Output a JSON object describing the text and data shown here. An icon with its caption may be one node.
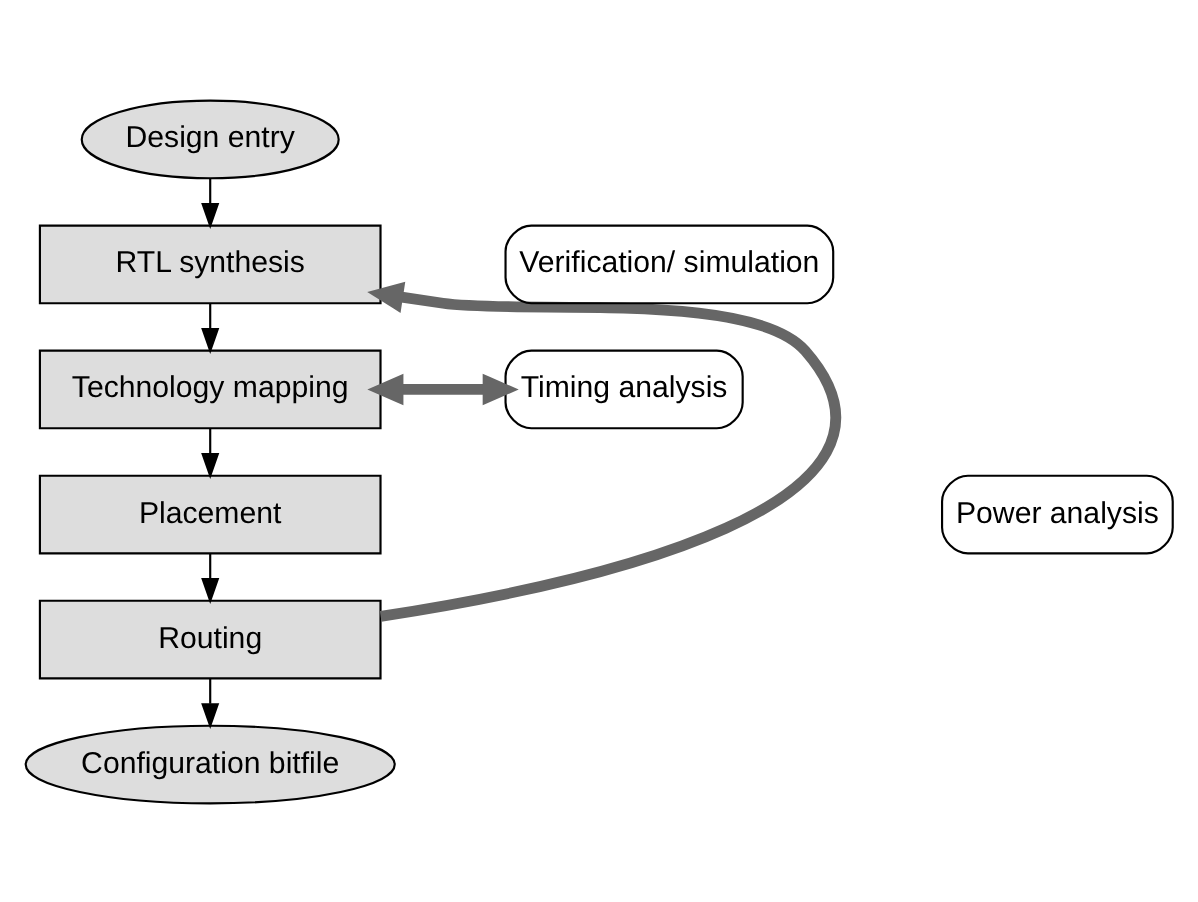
{
  "diagram": {
    "nodes": [
      {
        "text": [
          "Design entry"
        ]
      },
      {
        "text": [
          "RTL synthesis"
        ]
      },
      {
        "text": [
          "Technology mapping"
        ]
      },
      {
        "text": [
          "Placement"
        ]
      },
      {
        "text": [
          "Routing"
        ]
      },
      {
        "text": [
          "Configuration bitfile"
        ]
      },
      {
        "text": [
          "Verification/ simulation"
        ]
      },
      {
        "text": [
          "Timing analysis"
        ]
      },
      {
        "text": [
          "Power analysis"
        ]
      }
    ],
    "edges": [
      {
        "from": 0,
        "to": 1,
        "arrow": "to"
      },
      {
        "from": 1,
        "to": 2,
        "arrow": "to"
      },
      {
        "from": 2,
        "to": 3,
        "arrow": "to"
      },
      {
        "from": 3,
        "to": 4,
        "arrow": "to"
      },
      {
        "from": 4,
        "to": 5,
        "arrow": "to"
      },
      {
        "from": 4,
        "to": 1,
        "arrow": "to",
        "style": "thick",
        "color": "#666666"
      },
      {
        "from": 2,
        "to": 7,
        "arrow": "both",
        "style": "thick",
        "color": "#666666"
      }
    ]
  }
}
